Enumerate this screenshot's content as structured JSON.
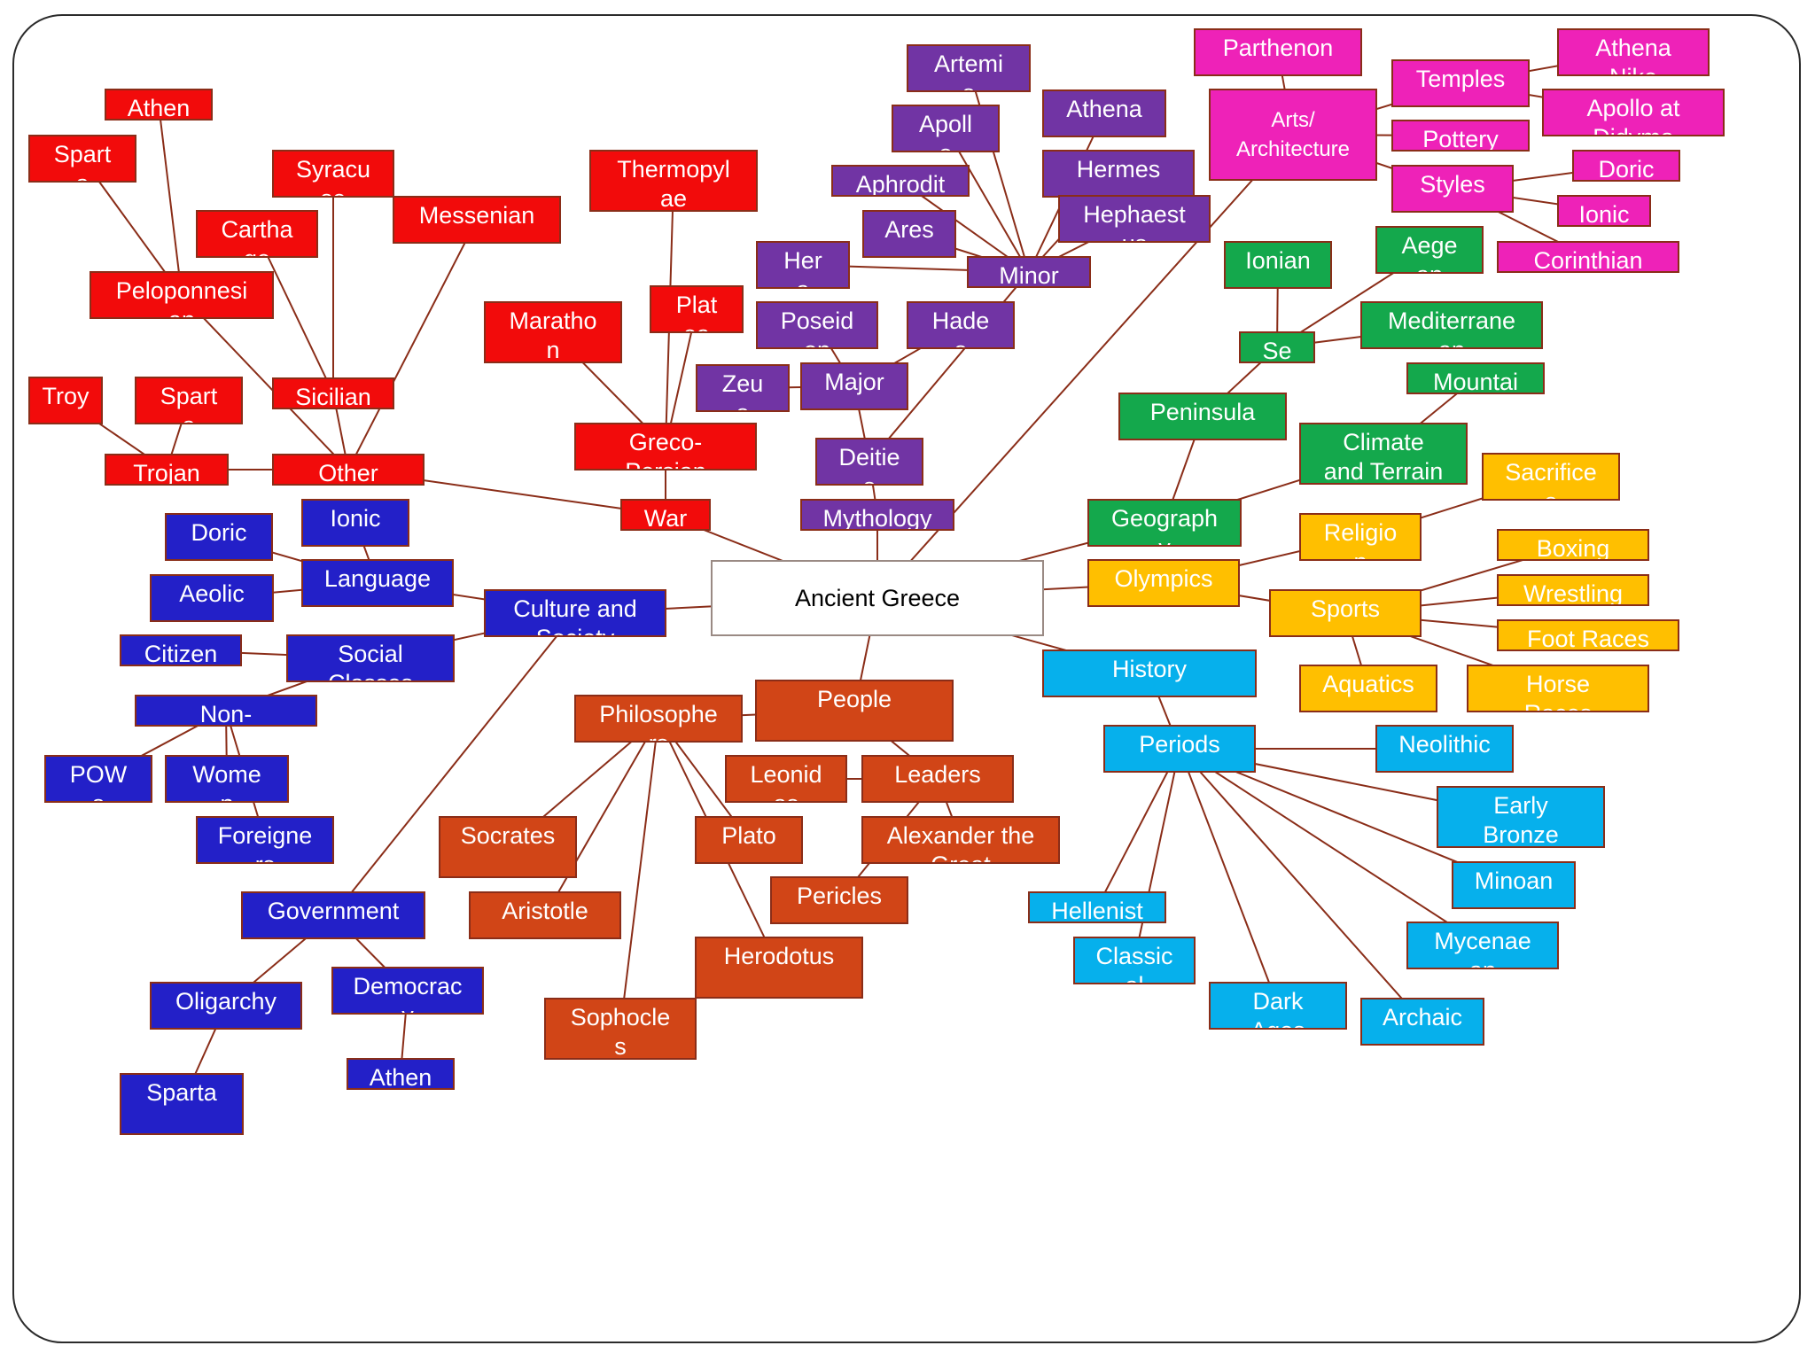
{
  "colors": {
    "red": "#f20b0b",
    "purple": "#7134a4",
    "magenta": "#ee22b8",
    "green": "#14a84c",
    "yellow": "#ffbf00",
    "blue": "#2320c8",
    "orange": "#d14517",
    "cyan": "#06b0ec",
    "white": "#ffffff",
    "link": "#8a2d18"
  },
  "nodes": [
    {
      "id": "ancient-greece",
      "label": "Ancient Greece",
      "color": "white"
    },
    {
      "id": "war",
      "label": "War\ns",
      "color": "red"
    },
    {
      "id": "other-wars",
      "label": "Other\nwars",
      "color": "red"
    },
    {
      "id": "trojan",
      "label": "Trojan",
      "color": "red"
    },
    {
      "id": "troy",
      "label": "Troy",
      "color": "red"
    },
    {
      "id": "sparta-trojan",
      "label": "Spart\na",
      "color": "red"
    },
    {
      "id": "sicilian",
      "label": "Sicilian",
      "color": "red"
    },
    {
      "id": "syracuse",
      "label": "Syracu\nse",
      "color": "red"
    },
    {
      "id": "carthage",
      "label": "Cartha\nge",
      "color": "red"
    },
    {
      "id": "messenian",
      "label": "Messenian",
      "color": "red"
    },
    {
      "id": "peloponnesian",
      "label": "Peloponnesi\nan",
      "color": "red"
    },
    {
      "id": "athens-war",
      "label": "Athen\ns",
      "color": "red"
    },
    {
      "id": "sparta-war",
      "label": "Spart\na",
      "color": "red"
    },
    {
      "id": "greco-persian",
      "label": "Greco-\nPersian",
      "color": "red"
    },
    {
      "id": "marathon",
      "label": "Maratho\nn",
      "color": "red"
    },
    {
      "id": "thermopylae",
      "label": "Thermopyl\nae",
      "color": "red"
    },
    {
      "id": "platea",
      "label": "Plat\nea",
      "color": "red"
    },
    {
      "id": "mythology",
      "label": "Mythology",
      "color": "purple"
    },
    {
      "id": "deities",
      "label": "Deitie\ns",
      "color": "purple"
    },
    {
      "id": "major",
      "label": "Major",
      "color": "purple"
    },
    {
      "id": "zeus",
      "label": "Zeu\ns",
      "color": "purple"
    },
    {
      "id": "poseidon",
      "label": "Poseid\non",
      "color": "purple"
    },
    {
      "id": "hades",
      "label": "Hade\ns",
      "color": "purple"
    },
    {
      "id": "minor",
      "label": "Minor",
      "color": "purple"
    },
    {
      "id": "hera",
      "label": "Her\na",
      "color": "purple"
    },
    {
      "id": "ares",
      "label": "Ares",
      "color": "purple"
    },
    {
      "id": "aphrodite",
      "label": "Aphrodit\ne",
      "color": "purple"
    },
    {
      "id": "apollo",
      "label": "Apoll\no",
      "color": "purple"
    },
    {
      "id": "artemis",
      "label": "Artemi\ns",
      "color": "purple"
    },
    {
      "id": "athena",
      "label": "Athena",
      "color": "purple"
    },
    {
      "id": "hermes",
      "label": "Hermes",
      "color": "purple"
    },
    {
      "id": "hephaestus",
      "label": "Hephaest\nus",
      "color": "purple"
    },
    {
      "id": "arts",
      "label": "Arts/\nArchitecture",
      "color": "magenta",
      "small": true
    },
    {
      "id": "parthenon",
      "label": "Parthenon",
      "color": "magenta"
    },
    {
      "id": "temples",
      "label": "Temples",
      "color": "magenta"
    },
    {
      "id": "athena-nike",
      "label": "Athena\nNike",
      "color": "magenta"
    },
    {
      "id": "apollo-didyma",
      "label": "Apollo at\nDidyma",
      "color": "magenta"
    },
    {
      "id": "pottery",
      "label": "Pottery",
      "color": "magenta"
    },
    {
      "id": "styles",
      "label": "Styles",
      "color": "magenta"
    },
    {
      "id": "doric-style",
      "label": "Doric",
      "color": "magenta"
    },
    {
      "id": "ionic-style",
      "label": "Ionic",
      "color": "magenta"
    },
    {
      "id": "corinthian",
      "label": "Corinthian",
      "color": "magenta"
    },
    {
      "id": "geography",
      "label": "Geograph\ny",
      "color": "green"
    },
    {
      "id": "peninsula",
      "label": "Peninsula",
      "color": "green"
    },
    {
      "id": "seas",
      "label": "Se\nas",
      "color": "green"
    },
    {
      "id": "ionian",
      "label": "Ionian",
      "color": "green"
    },
    {
      "id": "aegean",
      "label": "Aege\nan",
      "color": "green"
    },
    {
      "id": "mediterranean",
      "label": "Mediterrane\nan",
      "color": "green"
    },
    {
      "id": "mountains",
      "label": "Mountai\nns",
      "color": "green"
    },
    {
      "id": "climate",
      "label": "Climate\nand Terrain",
      "color": "green"
    },
    {
      "id": "olympics",
      "label": "Olympics",
      "color": "yellow"
    },
    {
      "id": "religion",
      "label": "Religio\nn",
      "color": "yellow"
    },
    {
      "id": "sacrifices",
      "label": "Sacrifice\ns",
      "color": "yellow"
    },
    {
      "id": "sports",
      "label": "Sports",
      "color": "yellow"
    },
    {
      "id": "boxing",
      "label": "Boxing",
      "color": "yellow"
    },
    {
      "id": "wrestling",
      "label": "Wrestling",
      "color": "yellow"
    },
    {
      "id": "foot-races",
      "label": "Foot Races",
      "color": "yellow"
    },
    {
      "id": "horse-races",
      "label": "Horse\nRaces",
      "color": "yellow"
    },
    {
      "id": "aquatics",
      "label": "Aquatics",
      "color": "yellow"
    },
    {
      "id": "history",
      "label": "History",
      "color": "cyan"
    },
    {
      "id": "periods",
      "label": "Periods",
      "color": "cyan"
    },
    {
      "id": "neolithic",
      "label": "Neolithic",
      "color": "cyan"
    },
    {
      "id": "early-bronze",
      "label": "Early\nBronze",
      "color": "cyan"
    },
    {
      "id": "minoan",
      "label": "Minoan",
      "color": "cyan"
    },
    {
      "id": "mycenaean",
      "label": "Mycenae\nan",
      "color": "cyan"
    },
    {
      "id": "archaic",
      "label": "Archaic",
      "color": "cyan"
    },
    {
      "id": "dark-ages",
      "label": "Dark\nAges",
      "color": "cyan"
    },
    {
      "id": "classical",
      "label": "Classic\nal",
      "color": "cyan"
    },
    {
      "id": "hellenistic",
      "label": "Hellenist\nic",
      "color": "cyan"
    },
    {
      "id": "people",
      "label": "People",
      "color": "orange"
    },
    {
      "id": "philosophers",
      "label": "Philosophe\nrs",
      "color": "orange"
    },
    {
      "id": "socrates",
      "label": "Socrates",
      "color": "orange"
    },
    {
      "id": "aristotle",
      "label": "Aristotle",
      "color": "orange"
    },
    {
      "id": "plato",
      "label": "Plato",
      "color": "orange"
    },
    {
      "id": "herodotus",
      "label": "Herodotus",
      "color": "orange"
    },
    {
      "id": "sophocles",
      "label": "Sophocle\ns",
      "color": "orange"
    },
    {
      "id": "leaders",
      "label": "Leaders",
      "color": "orange"
    },
    {
      "id": "leonidas",
      "label": "Leonid\nas",
      "color": "orange"
    },
    {
      "id": "alexander",
      "label": "Alexander the\nGreat",
      "color": "orange"
    },
    {
      "id": "pericles",
      "label": "Pericles",
      "color": "orange"
    },
    {
      "id": "culture",
      "label": "Culture and\nSociety",
      "color": "blue"
    },
    {
      "id": "language",
      "label": "Language",
      "color": "blue"
    },
    {
      "id": "ionic-lang",
      "label": "Ionic",
      "color": "blue"
    },
    {
      "id": "doric-lang",
      "label": "Doric",
      "color": "blue"
    },
    {
      "id": "aeolic",
      "label": "Aeolic",
      "color": "blue"
    },
    {
      "id": "social-classes",
      "label": "Social\nClasses",
      "color": "blue"
    },
    {
      "id": "citizens",
      "label": "Citizen\ns",
      "color": "blue"
    },
    {
      "id": "non-citizens",
      "label": "Non-\nCitizens",
      "color": "blue"
    },
    {
      "id": "pows",
      "label": "POW\ns",
      "color": "blue"
    },
    {
      "id": "women",
      "label": "Wome\nn",
      "color": "blue"
    },
    {
      "id": "foreigners",
      "label": "Foreigne\nrs",
      "color": "blue"
    },
    {
      "id": "government",
      "label": "Government",
      "color": "blue"
    },
    {
      "id": "oligarchy",
      "label": "Oligarchy",
      "color": "blue"
    },
    {
      "id": "sparta-gov",
      "label": "Sparta",
      "color": "blue"
    },
    {
      "id": "democracy",
      "label": "Democrac\ny",
      "color": "blue"
    },
    {
      "id": "athens-gov",
      "label": "Athen\ns",
      "color": "blue"
    }
  ],
  "links": [
    [
      "ancient-greece",
      "war"
    ],
    [
      "ancient-greece",
      "mythology"
    ],
    [
      "ancient-greece",
      "arts"
    ],
    [
      "ancient-greece",
      "geography"
    ],
    [
      "ancient-greece",
      "olympics"
    ],
    [
      "ancient-greece",
      "history"
    ],
    [
      "ancient-greece",
      "people"
    ],
    [
      "ancient-greece",
      "culture"
    ],
    [
      "war",
      "other-wars"
    ],
    [
      "war",
      "greco-persian"
    ],
    [
      "other-wars",
      "trojan"
    ],
    [
      "trojan",
      "troy"
    ],
    [
      "trojan",
      "sparta-trojan"
    ],
    [
      "other-wars",
      "sicilian"
    ],
    [
      "sicilian",
      "syracuse"
    ],
    [
      "sicilian",
      "carthage"
    ],
    [
      "other-wars",
      "messenian"
    ],
    [
      "other-wars",
      "peloponnesian"
    ],
    [
      "peloponnesian",
      "athens-war"
    ],
    [
      "peloponnesian",
      "sparta-war"
    ],
    [
      "greco-persian",
      "marathon"
    ],
    [
      "greco-persian",
      "thermopylae"
    ],
    [
      "greco-persian",
      "platea"
    ],
    [
      "mythology",
      "deities"
    ],
    [
      "deities",
      "major"
    ],
    [
      "deities",
      "minor"
    ],
    [
      "major",
      "zeus"
    ],
    [
      "major",
      "poseidon"
    ],
    [
      "major",
      "hades"
    ],
    [
      "minor",
      "hera"
    ],
    [
      "minor",
      "ares"
    ],
    [
      "minor",
      "aphrodite"
    ],
    [
      "minor",
      "apollo"
    ],
    [
      "minor",
      "artemis"
    ],
    [
      "minor",
      "athena"
    ],
    [
      "minor",
      "hermes"
    ],
    [
      "minor",
      "hephaestus"
    ],
    [
      "arts",
      "parthenon"
    ],
    [
      "arts",
      "temples"
    ],
    [
      "arts",
      "pottery"
    ],
    [
      "arts",
      "styles"
    ],
    [
      "temples",
      "athena-nike"
    ],
    [
      "temples",
      "apollo-didyma"
    ],
    [
      "styles",
      "doric-style"
    ],
    [
      "styles",
      "ionic-style"
    ],
    [
      "styles",
      "corinthian"
    ],
    [
      "geography",
      "peninsula"
    ],
    [
      "geography",
      "climate"
    ],
    [
      "peninsula",
      "seas"
    ],
    [
      "seas",
      "ionian"
    ],
    [
      "seas",
      "aegean"
    ],
    [
      "seas",
      "mediterranean"
    ],
    [
      "climate",
      "mountains"
    ],
    [
      "olympics",
      "religion"
    ],
    [
      "olympics",
      "sports"
    ],
    [
      "religion",
      "sacrifices"
    ],
    [
      "sports",
      "boxing"
    ],
    [
      "sports",
      "wrestling"
    ],
    [
      "sports",
      "foot-races"
    ],
    [
      "sports",
      "horse-races"
    ],
    [
      "sports",
      "aquatics"
    ],
    [
      "history",
      "periods"
    ],
    [
      "periods",
      "neolithic"
    ],
    [
      "periods",
      "early-bronze"
    ],
    [
      "periods",
      "minoan"
    ],
    [
      "periods",
      "mycenaean"
    ],
    [
      "periods",
      "archaic"
    ],
    [
      "periods",
      "dark-ages"
    ],
    [
      "periods",
      "classical"
    ],
    [
      "periods",
      "hellenistic"
    ],
    [
      "people",
      "philosophers"
    ],
    [
      "people",
      "leaders"
    ],
    [
      "philosophers",
      "socrates"
    ],
    [
      "philosophers",
      "aristotle"
    ],
    [
      "philosophers",
      "plato"
    ],
    [
      "philosophers",
      "herodotus"
    ],
    [
      "philosophers",
      "sophocles"
    ],
    [
      "leaders",
      "leonidas"
    ],
    [
      "leaders",
      "alexander"
    ],
    [
      "leaders",
      "pericles"
    ],
    [
      "culture",
      "language"
    ],
    [
      "culture",
      "social-classes"
    ],
    [
      "culture",
      "government"
    ],
    [
      "language",
      "ionic-lang"
    ],
    [
      "language",
      "doric-lang"
    ],
    [
      "language",
      "aeolic"
    ],
    [
      "social-classes",
      "citizens"
    ],
    [
      "social-classes",
      "non-citizens"
    ],
    [
      "non-citizens",
      "pows"
    ],
    [
      "non-citizens",
      "women"
    ],
    [
      "non-citizens",
      "foreigners"
    ],
    [
      "government",
      "oligarchy"
    ],
    [
      "government",
      "democracy"
    ],
    [
      "oligarchy",
      "sparta-gov"
    ],
    [
      "democracy",
      "athens-gov"
    ]
  ]
}
